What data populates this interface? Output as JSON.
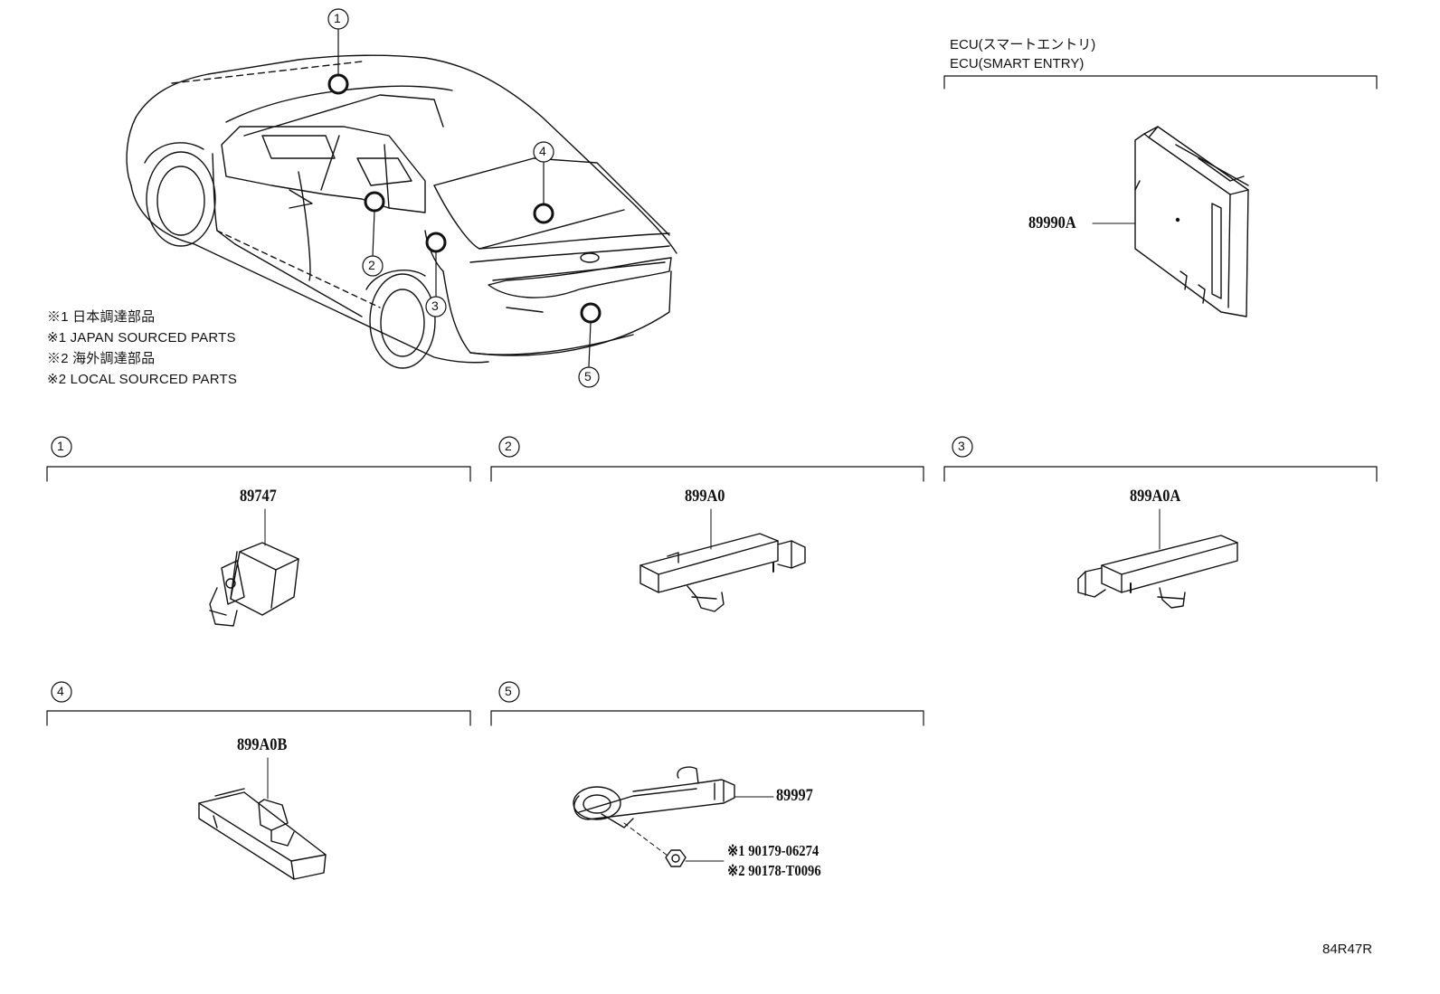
{
  "ecu_section": {
    "title_jp": "ECU(スマートエントリ)",
    "title_en": "ECU(SMART ENTRY)",
    "part_number": "89990A"
  },
  "notes": [
    "※1 日本調達部品",
    "※1 JAPAN SOURCED PARTS",
    "※2 海外調達部品",
    "※2 LOCAL SOURCED PARTS"
  ],
  "car_callouts": [
    "1",
    "2",
    "3",
    "4",
    "5"
  ],
  "sections": [
    {
      "number": "1",
      "part_number": "89747"
    },
    {
      "number": "2",
      "part_number": "899A0"
    },
    {
      "number": "3",
      "part_number": "899A0A"
    },
    {
      "number": "4",
      "part_number": "899A0B"
    },
    {
      "number": "5",
      "part_number": "89997",
      "extra_parts": [
        "※1 90179-06274",
        "※2 90178-T0096"
      ]
    }
  ],
  "figure_code": "84R47R"
}
